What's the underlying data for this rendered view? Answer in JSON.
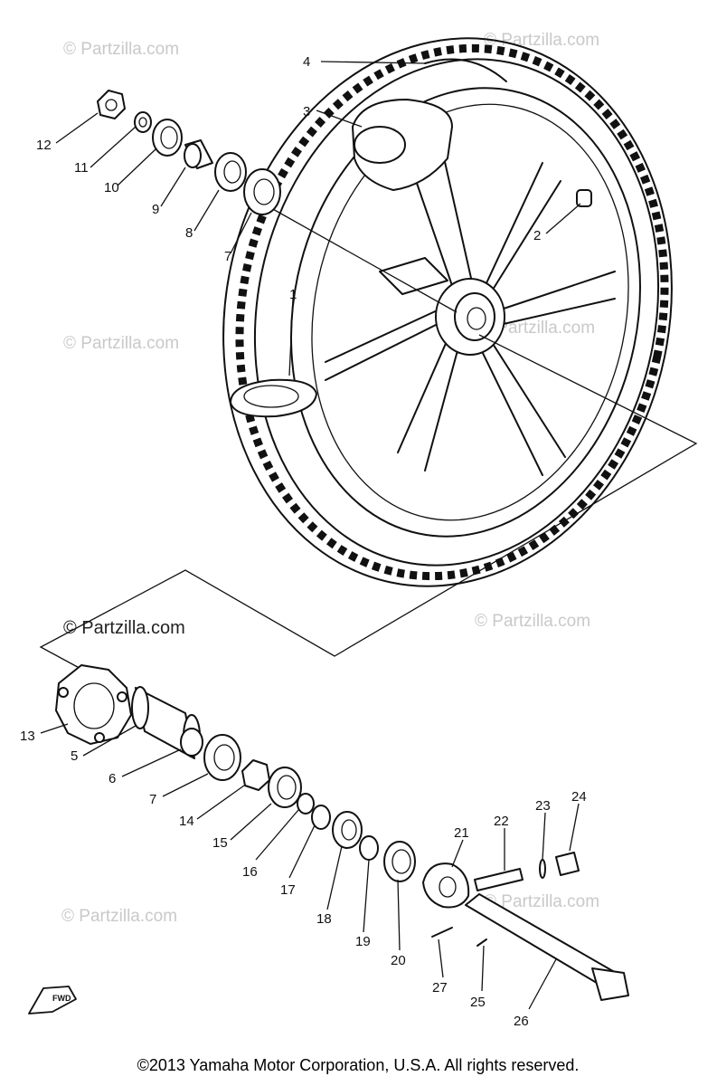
{
  "watermark": "© Partzilla.com",
  "copyright": "©2013 Yamaha Motor Corporation, U.S.A. All rights reserved.",
  "fwd_label": "FWD",
  "part_labels": [
    "1",
    "2",
    "3",
    "4",
    "5",
    "6",
    "7",
    "7",
    "8",
    "9",
    "10",
    "11",
    "12",
    "13",
    "14",
    "15",
    "16",
    "17",
    "18",
    "19",
    "20",
    "21",
    "22",
    "23",
    "24",
    "25",
    "26",
    "27"
  ]
}
